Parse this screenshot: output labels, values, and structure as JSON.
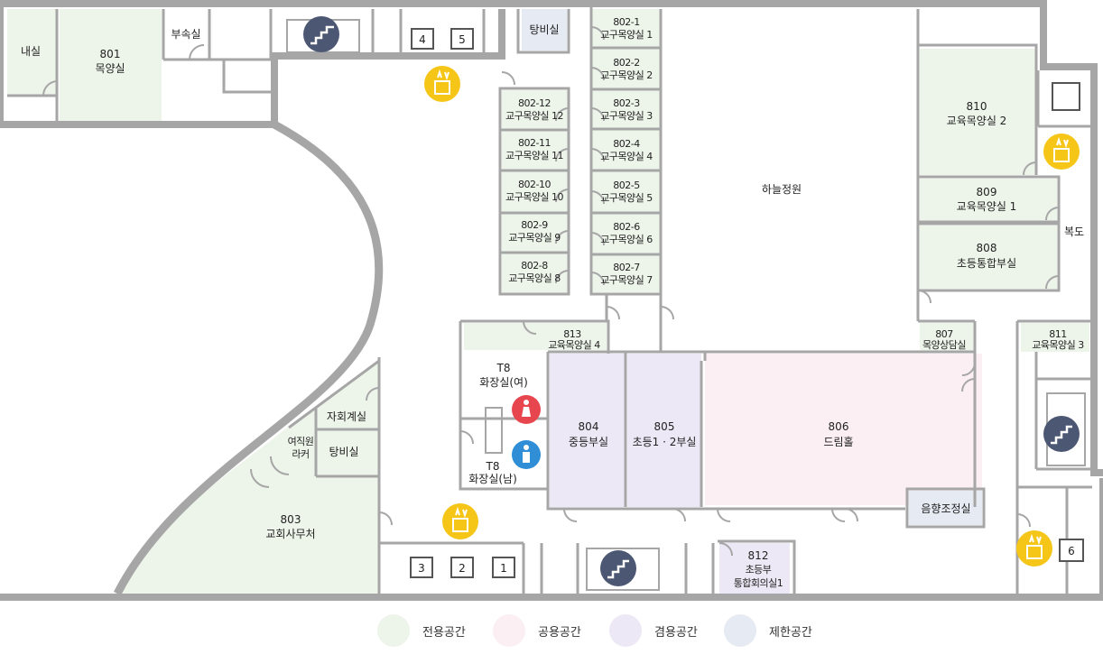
{
  "colors": {
    "wall": "#a6a6a6",
    "exclusive": "#edf5ea",
    "public": "#fbeff3",
    "shared": "#ece8f5",
    "restricted": "#e5eaf3",
    "icon_yellow": "#f5c518",
    "icon_stairs": "#4c5773",
    "icon_female": "#e8464f",
    "icon_male": "#2f8ed6"
  },
  "rooms": {
    "r_nae": "내실",
    "r801_num": "801",
    "r801_name": "목양실",
    "r_busok": "부속실",
    "r_tangbi_top": "탕비실",
    "r802_1_num": "802-1",
    "r802_1_name": "교구목양실 1",
    "r802_2_num": "802-2",
    "r802_2_name": "교구목양실 2",
    "r802_3_num": "802-3",
    "r802_3_name": "교구목양실 3",
    "r802_4_num": "802-4",
    "r802_4_name": "교구목양실 4",
    "r802_5_num": "802-5",
    "r802_5_name": "교구목양실 5",
    "r802_6_num": "802-6",
    "r802_6_name": "교구목양실 6",
    "r802_7_num": "802-7",
    "r802_7_name": "교구목양실 7",
    "r802_8_num": "802-8",
    "r802_8_name": "교구목양실 8",
    "r802_9_num": "802-9",
    "r802_9_name": "교구목양실 9",
    "r802_10_num": "802-10",
    "r802_10_name": "교구목양실 10",
    "r802_11_num": "802-11",
    "r802_11_name": "교구목양실 11",
    "r802_12_num": "802-12",
    "r802_12_name": "교구목양실 12",
    "r_garden": "하늘정원",
    "r810_num": "810",
    "r810_name": "교육목양실 2",
    "r809_num": "809",
    "r809_name": "교육목양실 1",
    "r808_num": "808",
    "r808_name": "초등통합부실",
    "r_corridor": "복도",
    "r813_num": "813",
    "r813_name": "교육목양실 4",
    "r807_num": "807",
    "r807_name": "목양상담실",
    "r811_num": "811",
    "r811_name": "교육목양실 3",
    "t8f_num": "T8",
    "t8f_name": "화장실(여)",
    "t8m_num": "T8",
    "t8m_name": "화장실(남)",
    "r804_num": "804",
    "r804_name": "중등부실",
    "r805_num": "805",
    "r805_name": "초등1 · 2부실",
    "r806_num": "806",
    "r806_name": "드림홀",
    "r_audio": "음향조정실",
    "r_jahoe": "자회계실",
    "r_locker_a": "여직원",
    "r_locker_b": "라커",
    "r_tangbi_mid": "탕비실",
    "r803_num": "803",
    "r803_name": "교회사무처",
    "r812_num": "812",
    "r812_name_a": "초등부",
    "r812_name_b": "통합회의실1"
  },
  "elevators": [
    "4",
    "5",
    "3",
    "2",
    "1",
    "6"
  ],
  "legend": [
    {
      "label": "전용공간",
      "color": "#edf5ea"
    },
    {
      "label": "공용공간",
      "color": "#fbeff3"
    },
    {
      "label": "겸용공간",
      "color": "#ece8f5"
    },
    {
      "label": "제한공간",
      "color": "#e5eaf3"
    }
  ]
}
